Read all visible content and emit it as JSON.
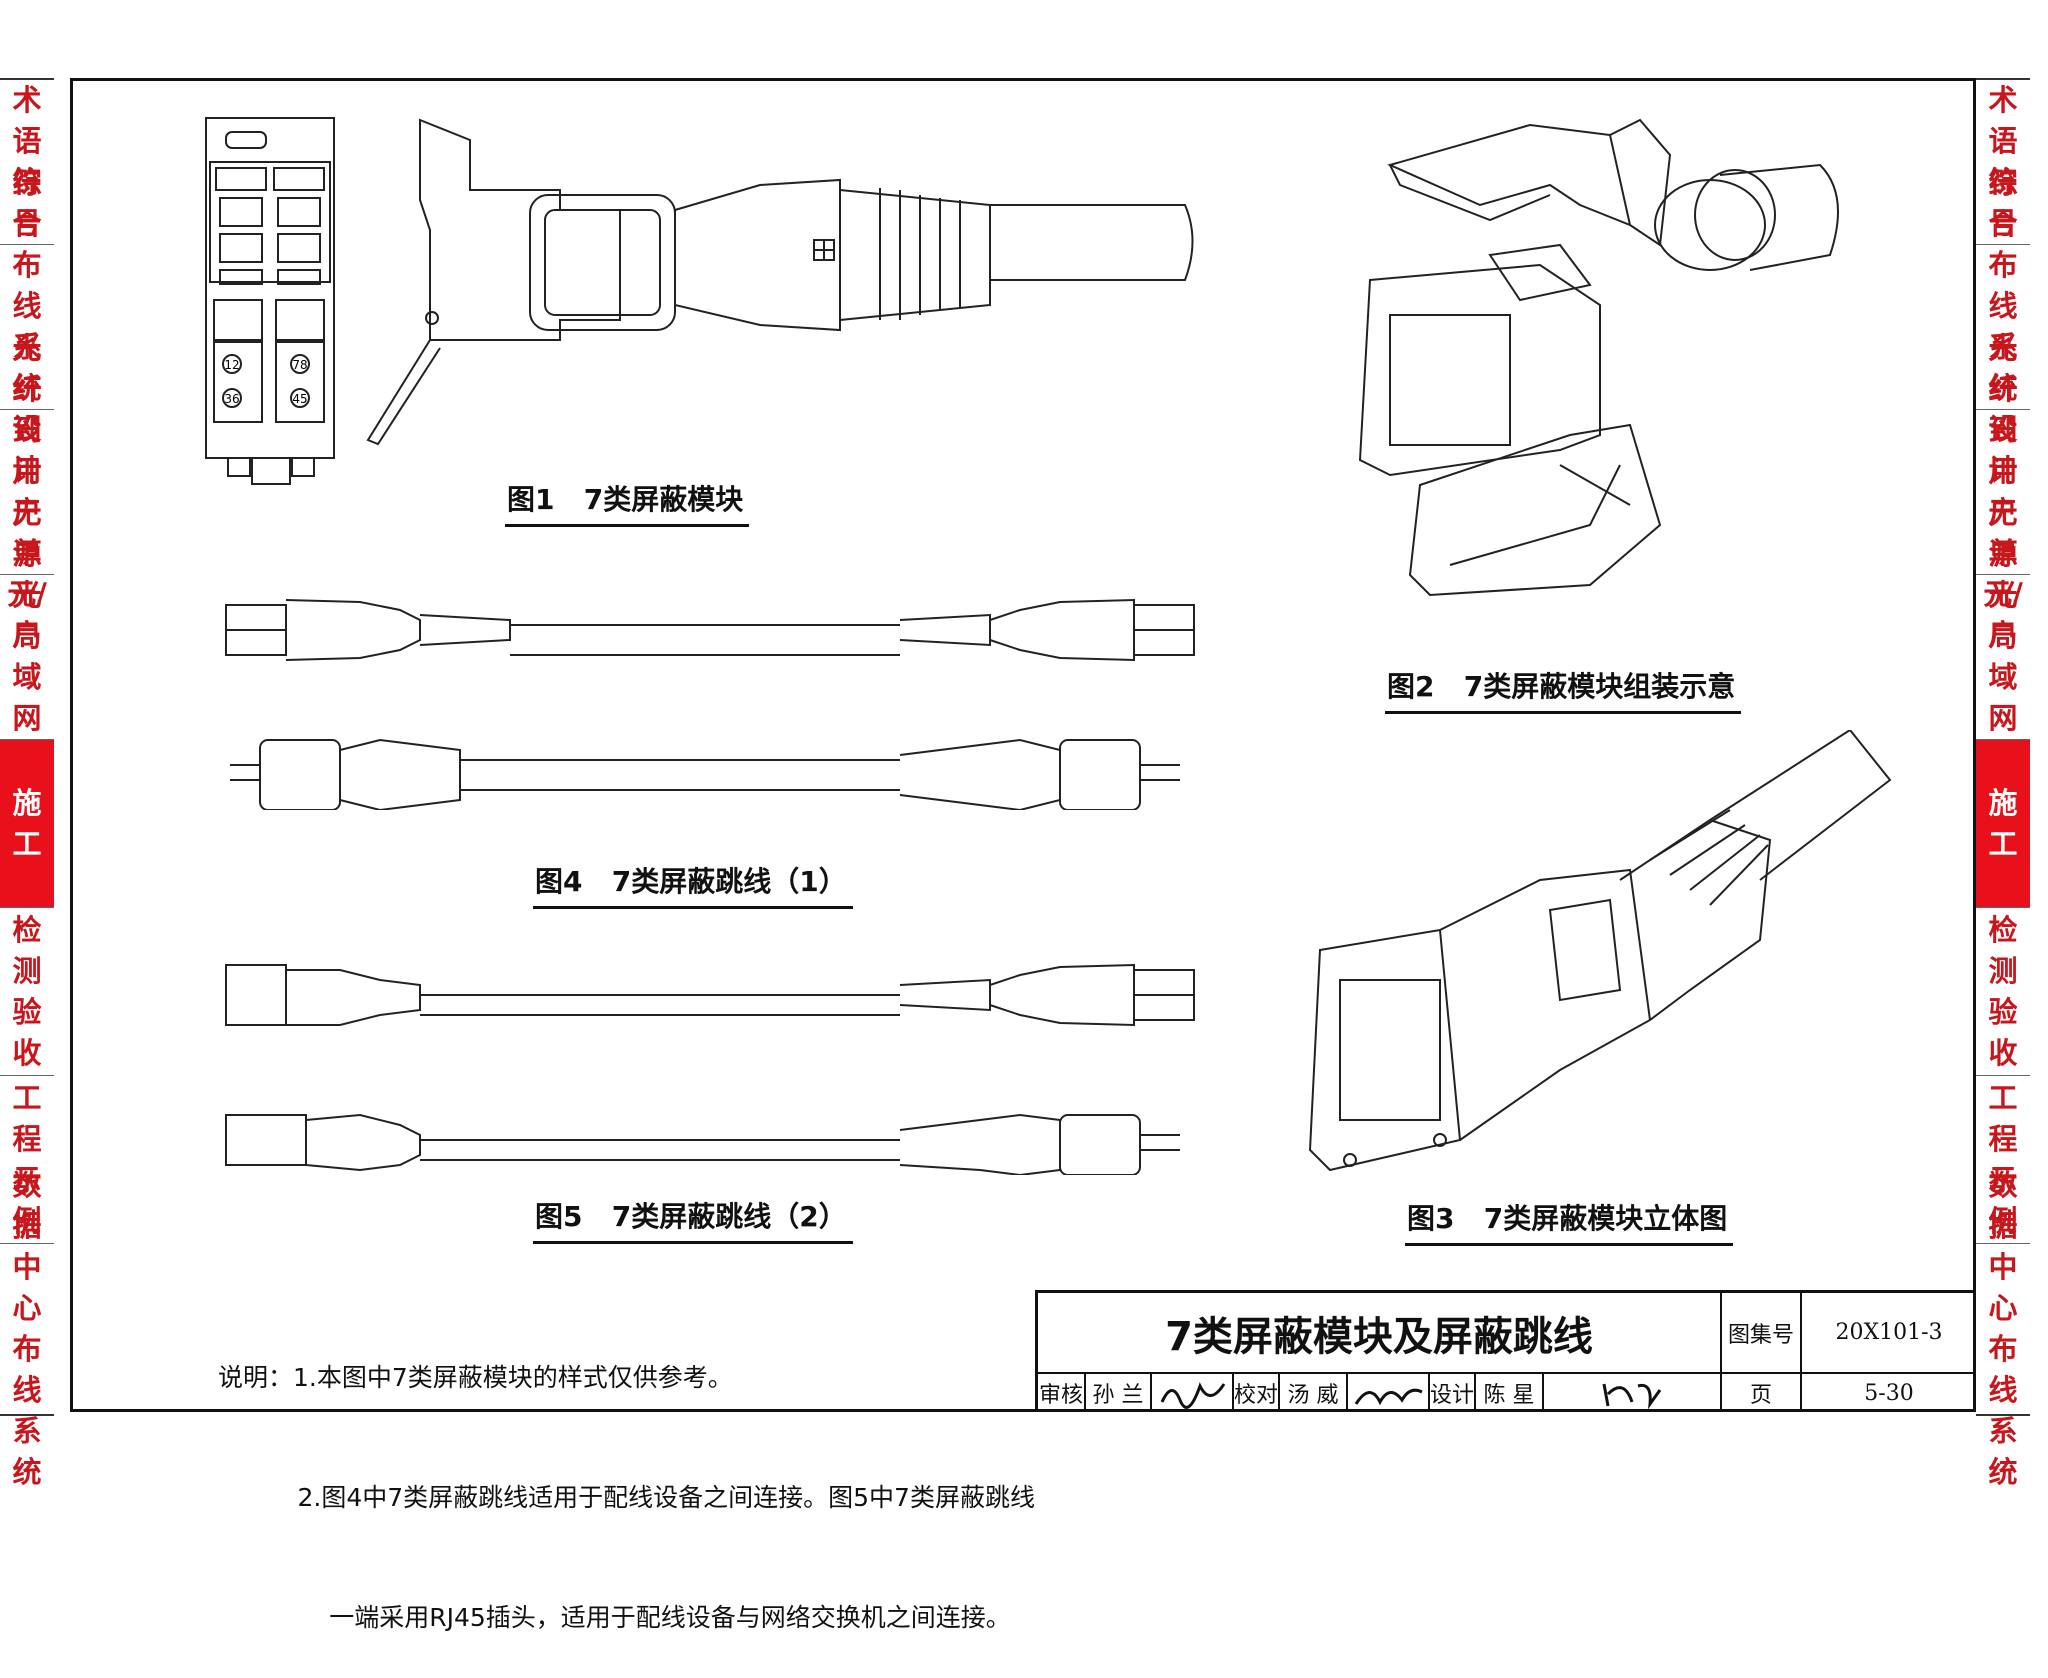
{
  "side_tabs": [
    "术语\n符号",
    "综合\n布线\n系统\n设计",
    "光纤\n到用\n户单\n元/户",
    "无源\n光局\n域网\n系统",
    "施工",
    "检测\n验收",
    "工程\n示例",
    "数据\n中心\n布线\n系统"
  ],
  "active_tab": "施工",
  "figures": {
    "fig1": "图1   7类屏蔽模块",
    "fig2": "图2   7类屏蔽模块组装示意",
    "fig3": "图3   7类屏蔽模块立体图",
    "fig4": "图4   7类屏蔽跳线（1）",
    "fig5": "图5   7类屏蔽跳线（2）"
  },
  "module_labels": [
    "12",
    "36",
    "78",
    "45"
  ],
  "notes": {
    "line1": "说明：1.本图中7类屏蔽模块的样式仅供参考。",
    "line2": "          2.图4中7类屏蔽跳线适用于配线设备之间连接。图5中7类屏蔽跳线",
    "line3": "              一端采用RJ45插头，适用于配线设备与网络交换机之间连接。"
  },
  "title_block": {
    "title": "7类屏蔽模块及屏蔽跳线",
    "atlas_label": "图集号",
    "atlas_no": "20X101-3",
    "page_label": "页",
    "page_no": "5-30",
    "review_label": "审核",
    "reviewer": "孙 兰",
    "check_label": "校对",
    "checker": "汤 威",
    "design_label": "设计",
    "designer": "陈 星"
  },
  "colors": {
    "accent_red": "#e8101a",
    "tab_text_red": "#c8161d"
  }
}
